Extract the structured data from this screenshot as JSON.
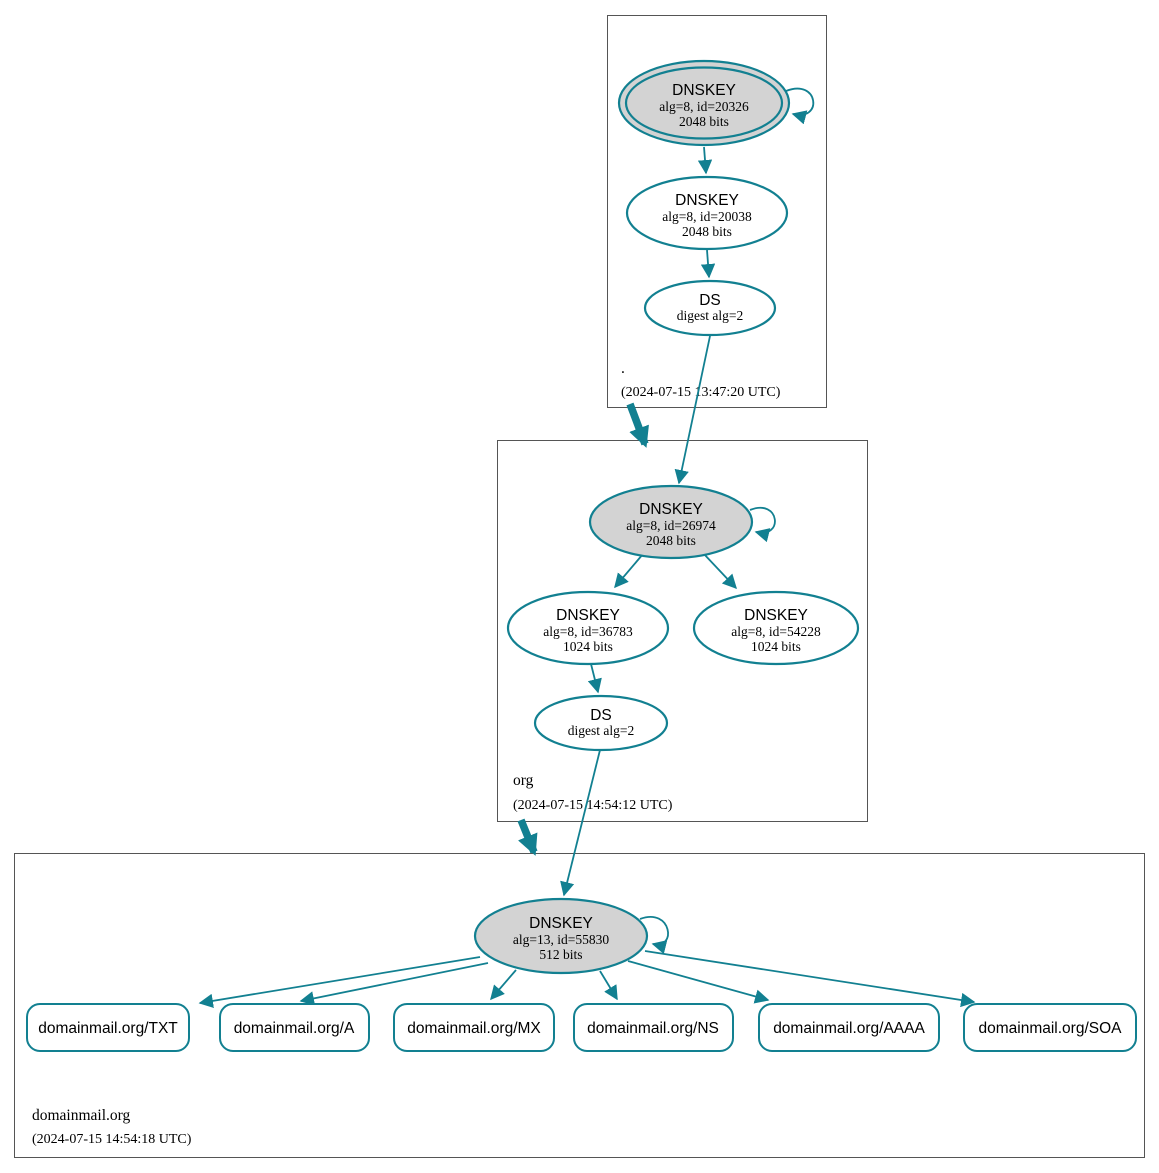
{
  "colors": {
    "accent": "#128091",
    "ksk_fill": "#d3d3d3",
    "node_fill": "#ffffff",
    "zone_border": "#555555",
    "text": "#000000"
  },
  "zones": [
    {
      "name": ".",
      "timestamp": "(2024-07-15 13:47:20 UTC)"
    },
    {
      "name": "org",
      "timestamp": "(2024-07-15 14:54:12 UTC)"
    },
    {
      "name": "domainmail.org",
      "timestamp": "(2024-07-15 14:54:18 UTC)"
    }
  ],
  "nodes": {
    "root_ksk": {
      "title": "DNSKEY",
      "detail": "alg=8, id=20326",
      "bits": "2048 bits"
    },
    "root_zsk": {
      "title": "DNSKEY",
      "detail": "alg=8, id=20038",
      "bits": "2048 bits"
    },
    "root_ds": {
      "title": "DS",
      "detail": "digest alg=2"
    },
    "org_ksk": {
      "title": "DNSKEY",
      "detail": "alg=8, id=26974",
      "bits": "2048 bits"
    },
    "org_zsk_1": {
      "title": "DNSKEY",
      "detail": "alg=8, id=36783",
      "bits": "1024 bits"
    },
    "org_zsk_2": {
      "title": "DNSKEY",
      "detail": "alg=8, id=54228",
      "bits": "1024 bits"
    },
    "org_ds": {
      "title": "DS",
      "detail": "digest alg=2"
    },
    "domain_ksk": {
      "title": "DNSKEY",
      "detail": "alg=13, id=55830",
      "bits": "512 bits"
    }
  },
  "rrsets": [
    {
      "label": "domainmail.org/TXT"
    },
    {
      "label": "domainmail.org/A"
    },
    {
      "label": "domainmail.org/MX"
    },
    {
      "label": "domainmail.org/NS"
    },
    {
      "label": "domainmail.org/AAAA"
    },
    {
      "label": "domainmail.org/SOA"
    }
  ]
}
